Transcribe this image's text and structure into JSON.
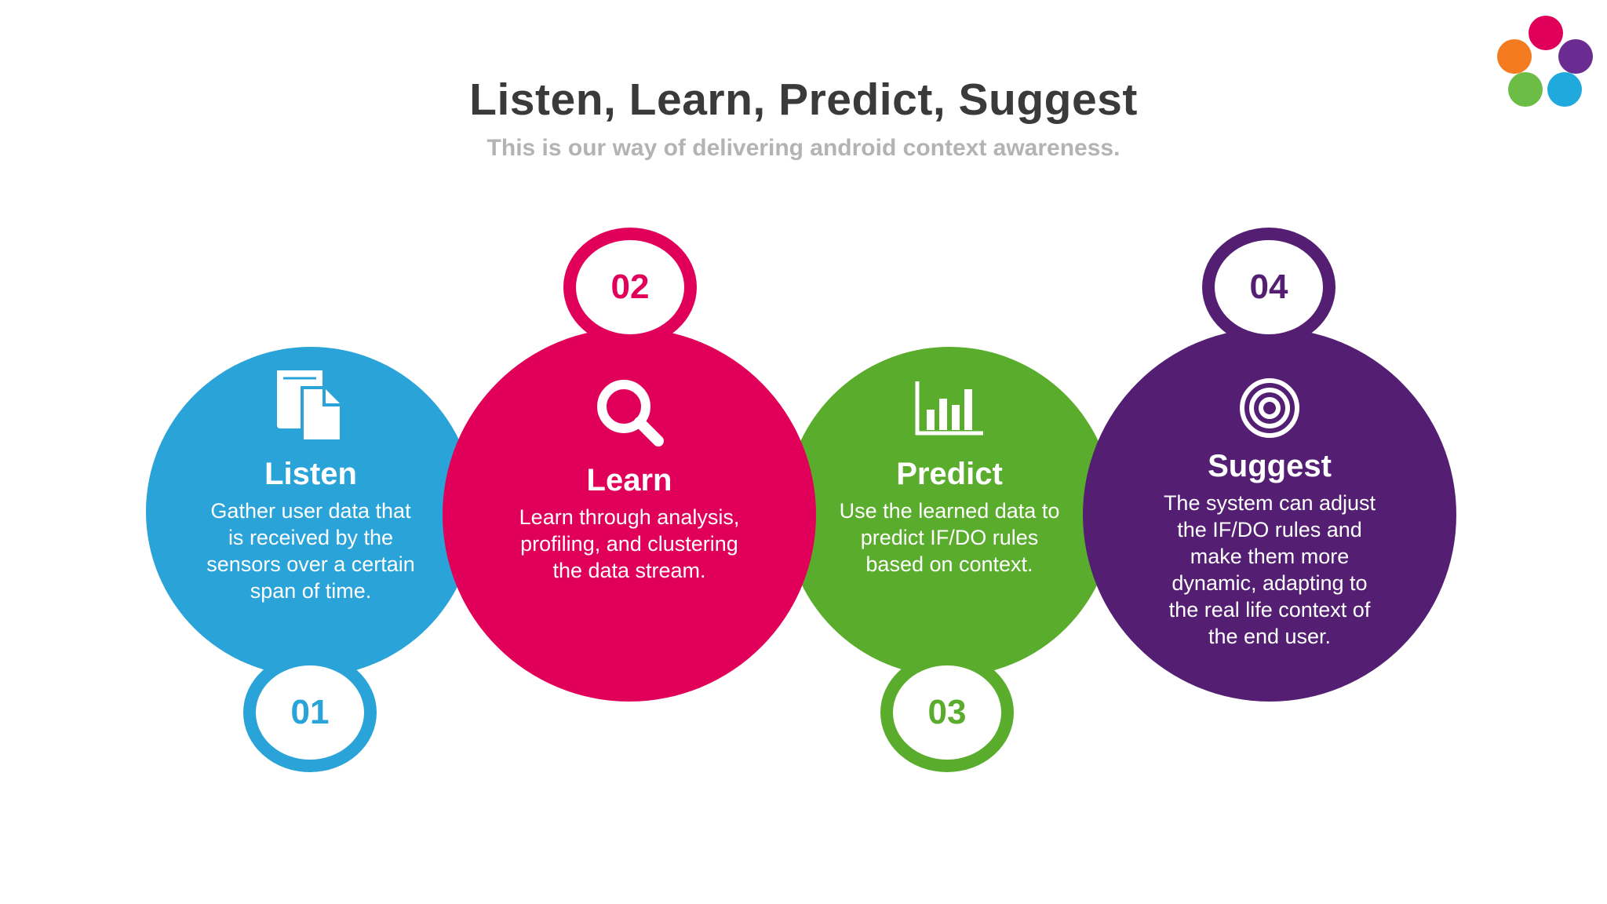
{
  "title": "Listen, Learn, Predict, Suggest",
  "subtitle": "This is our way of delivering android context awareness.",
  "colors": {
    "listen": "#29a3d8",
    "learn": "#e0005a",
    "predict": "#5aad2c",
    "suggest": "#541f73",
    "title": "#3a3a3a",
    "subtitle": "#b3b3b3"
  },
  "logo": {
    "dots": [
      "#e0005a",
      "#f47b20",
      "#6a2c91",
      "#6cbd45",
      "#1fa9dc"
    ]
  },
  "steps": [
    {
      "number": "01",
      "title": "Listen",
      "icon": "documents-icon",
      "desc_lines": [
        "Gather user data that",
        "is received by the",
        "sensors over a certain",
        "span of time."
      ]
    },
    {
      "number": "02",
      "title": "Learn",
      "icon": "magnifier-icon",
      "desc_lines": [
        "Learn through analysis,",
        "profiling, and clustering",
        "the data stream."
      ]
    },
    {
      "number": "03",
      "title": "Predict",
      "icon": "bar-chart-icon",
      "desc_lines": [
        "Use the learned data to",
        "predict IF/DO rules",
        "based on context."
      ]
    },
    {
      "number": "04",
      "title": "Suggest",
      "icon": "target-icon",
      "desc_lines": [
        "The system can adjust",
        "the IF/DO rules and",
        "make them more",
        "dynamic, adapting to",
        "the real life context of",
        "the end user."
      ]
    }
  ]
}
